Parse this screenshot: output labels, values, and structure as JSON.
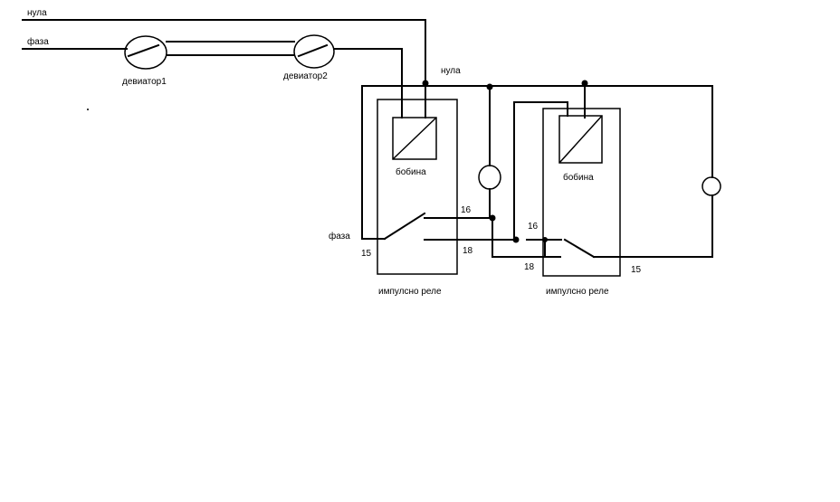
{
  "labels": {
    "neutral_top": "нула",
    "phase_top": "фаза",
    "switch1": "девиатор1",
    "switch2": "девиатор2",
    "neutral_right": "нула",
    "coil1": "бобина",
    "coil2": "бобина",
    "phase_relay": "фаза",
    "relay1": "импулсно реле",
    "relay2": "импулсно реле",
    "r1_t15": "15",
    "r1_t16": "16",
    "r1_t18": "18",
    "r2_t16": "16",
    "r2_t18": "18",
    "r2_t15": "15"
  },
  "colors": {
    "line": "#000000",
    "background": "#ffffff"
  }
}
